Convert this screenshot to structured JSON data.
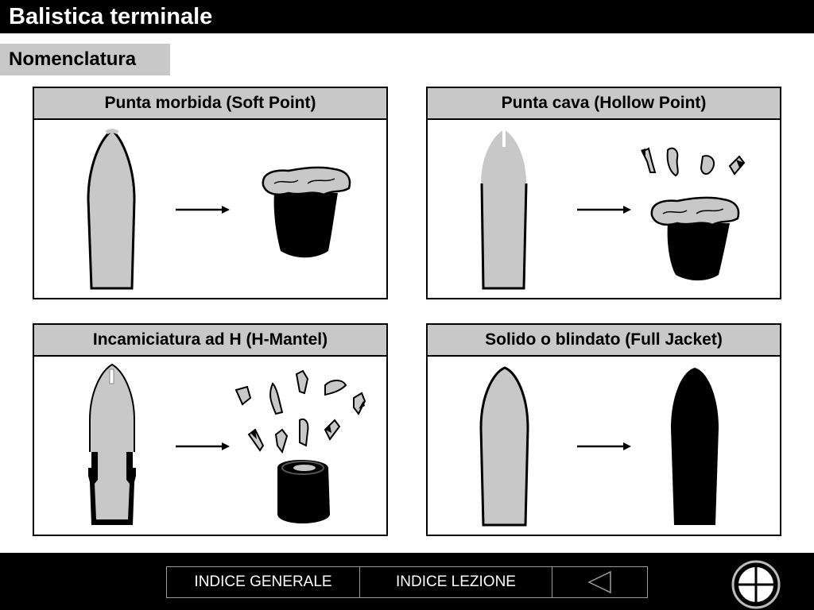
{
  "header": {
    "title": "Balistica terminale"
  },
  "section": {
    "label": "Nomenclatura"
  },
  "panels": [
    {
      "title": "Punta morbida (Soft Point)"
    },
    {
      "title": "Punta cava (Hollow Point)"
    },
    {
      "title": "Incamiciatura ad H (H-Mantel)"
    },
    {
      "title": "Solido o blindato (Full Jacket)"
    }
  ],
  "footer": {
    "nav_general": "INDICE GENERALE",
    "nav_lesson": "INDICE LEZIONE",
    "back_icon": "triangle-left-icon",
    "logo_icon": "crosshair-scope-icon"
  },
  "colors": {
    "bar": "#000000",
    "panel_header": "#c8c8c8",
    "lead": "#c8c8c8",
    "jacket": "#000000"
  }
}
